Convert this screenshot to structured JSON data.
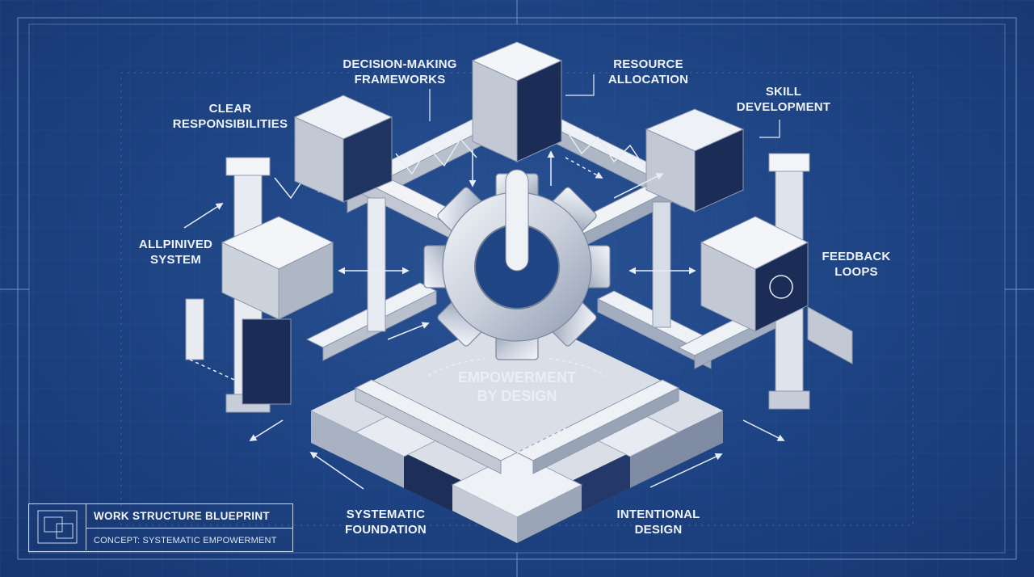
{
  "labels": {
    "decision": [
      "DECISION-MAKING",
      "FRAMEWORKS"
    ],
    "resource": [
      "RESOURCE",
      "ALLOCATION"
    ],
    "skill": [
      "SKILL",
      "DEVELOPMENT"
    ],
    "clear": [
      "CLEAR",
      "RESPONSIBILITIES"
    ],
    "aligned": [
      "ALLPINIVED",
      "SYSTEM"
    ],
    "feedback": [
      "FEEDBACK",
      "LOOPS"
    ],
    "systematic": [
      "SYSTEMATIC",
      "FOUNDATION"
    ],
    "intentional": [
      "INTENTIONAL",
      "DESIGN"
    ]
  },
  "center": [
    "EMPOWERMENT",
    "BY DESIGN"
  ],
  "title_block": {
    "title": "WORK STRUCTURE BLUEPRINT",
    "subtitle": "CONCEPT: SYSTEMATIC EMPOWERMENT"
  },
  "colors": {
    "background": "#1f4585",
    "structure_light": "#e4e8ef",
    "structure_mid": "#b6bfcd",
    "structure_dark": "#1b2d57",
    "line": "#c9d6ee"
  }
}
